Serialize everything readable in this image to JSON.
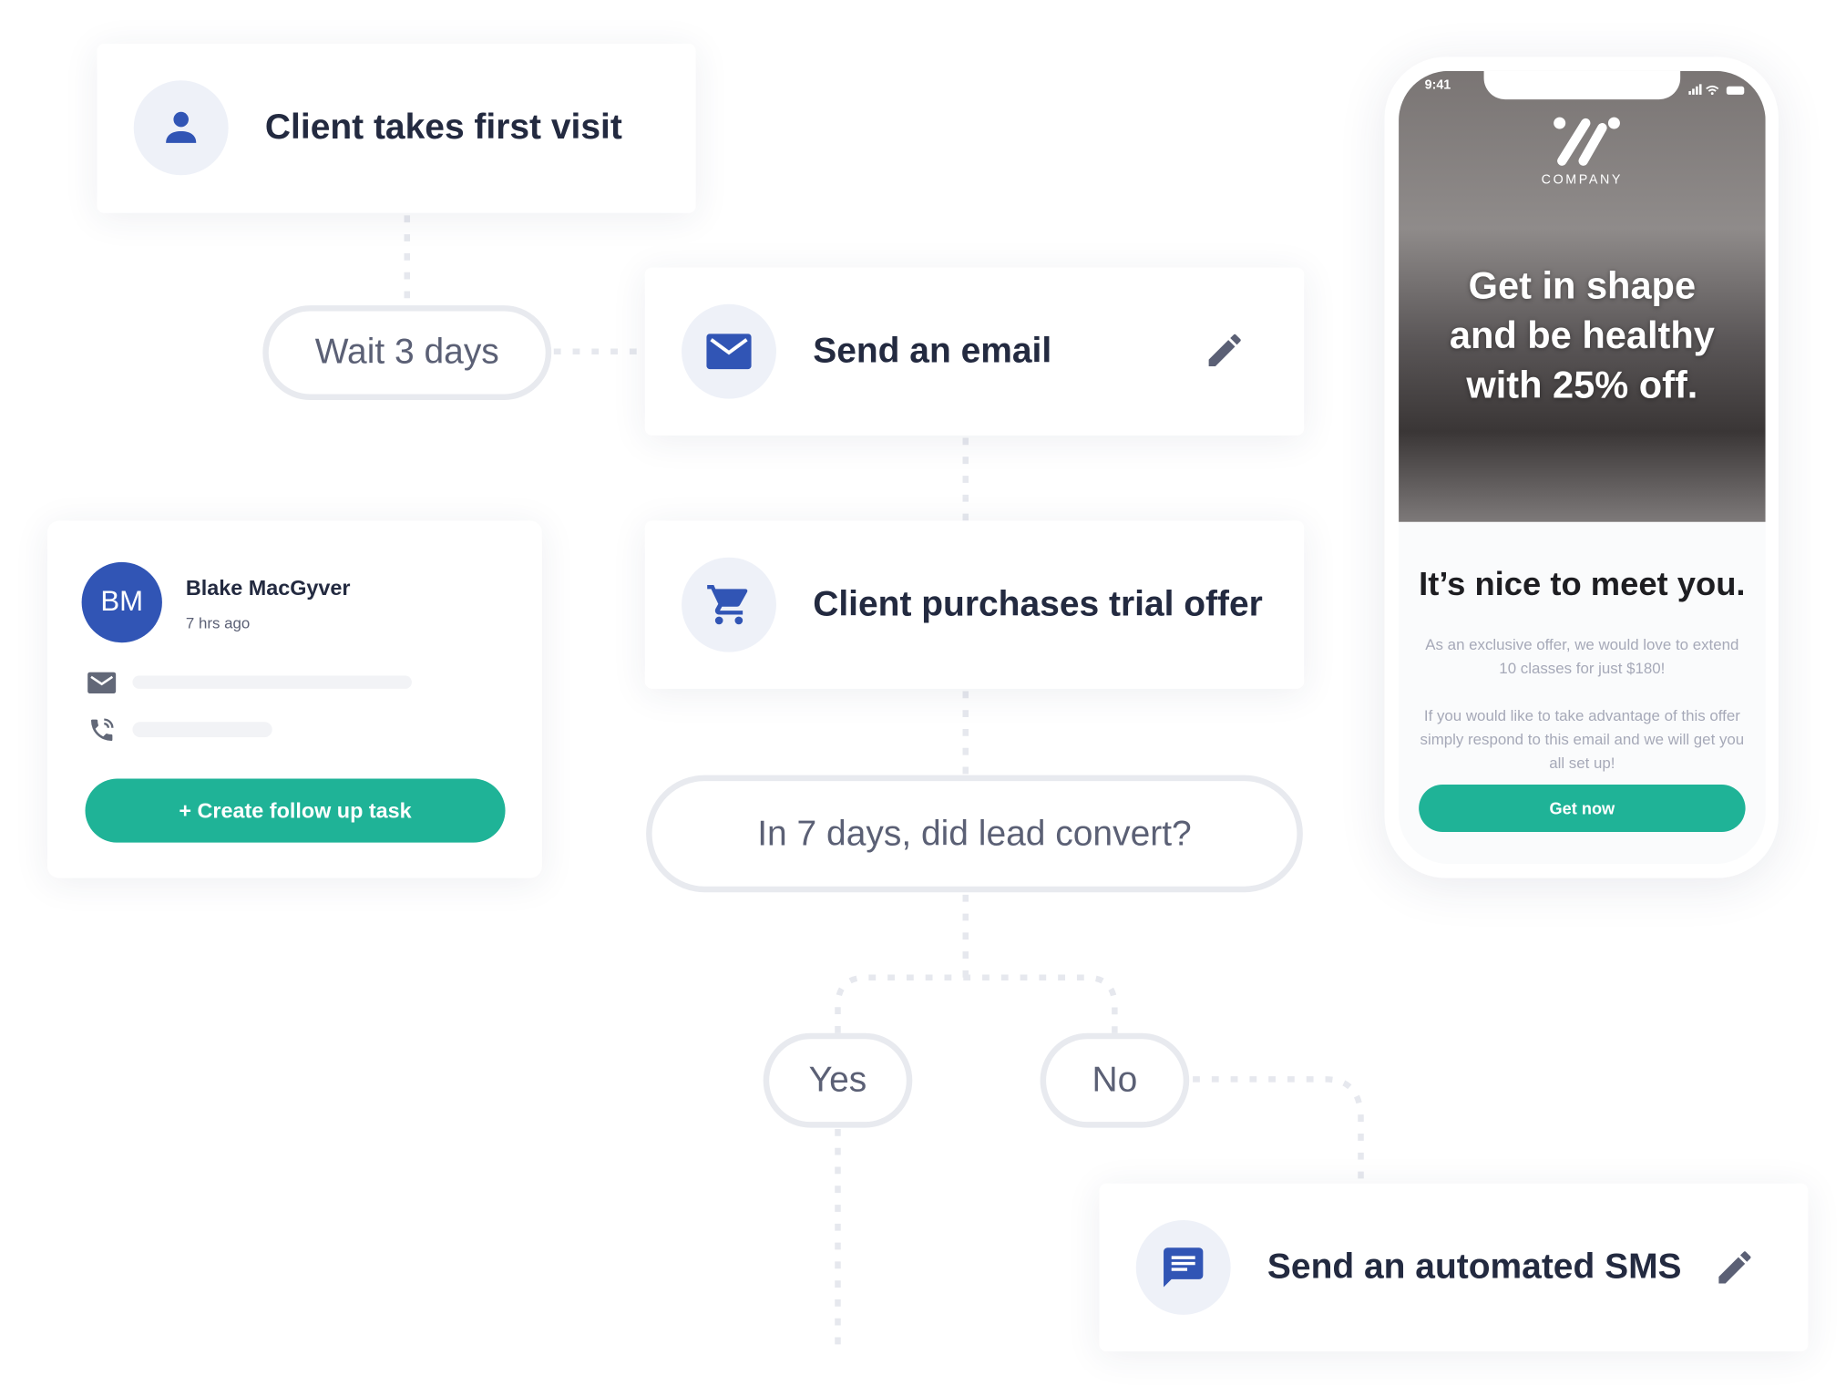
{
  "colors": {
    "accent_blue": "#3155b5",
    "teal": "#1fb397",
    "text_dark": "#232a40",
    "muted": "#5b6075",
    "connector": "#e6e8ee"
  },
  "steps": {
    "first_visit": {
      "label": "Client takes first visit",
      "icon": "person-icon"
    },
    "wait": {
      "label": "Wait 3 days"
    },
    "email": {
      "label": "Send an email",
      "icon": "envelope-icon",
      "edit_icon": "pencil-icon"
    },
    "purchase": {
      "label": "Client purchases trial offer",
      "icon": "cart-icon"
    },
    "question": {
      "label": "In 7 days, did lead convert?"
    },
    "yes": {
      "label": "Yes"
    },
    "no": {
      "label": "No"
    },
    "sms": {
      "label": "Send an automated SMS",
      "icon": "chat-icon",
      "edit_icon": "pencil-icon"
    }
  },
  "contact": {
    "initials": "BM",
    "name": "Blake MacGyver",
    "time": "7 hrs ago",
    "button": "+ Create follow up task"
  },
  "phone": {
    "time": "9:41",
    "brand": "COMPANY",
    "headline": "Get in shape and be healthy with 25% off.",
    "title": "It’s nice to meet you.",
    "para1": "As an exclusive offer, we would love to extend 10 classes for just $180!",
    "para2": "If you would like to take advantage of this offer simply respond to this email and we will get you all set up!",
    "button": "Get now"
  }
}
